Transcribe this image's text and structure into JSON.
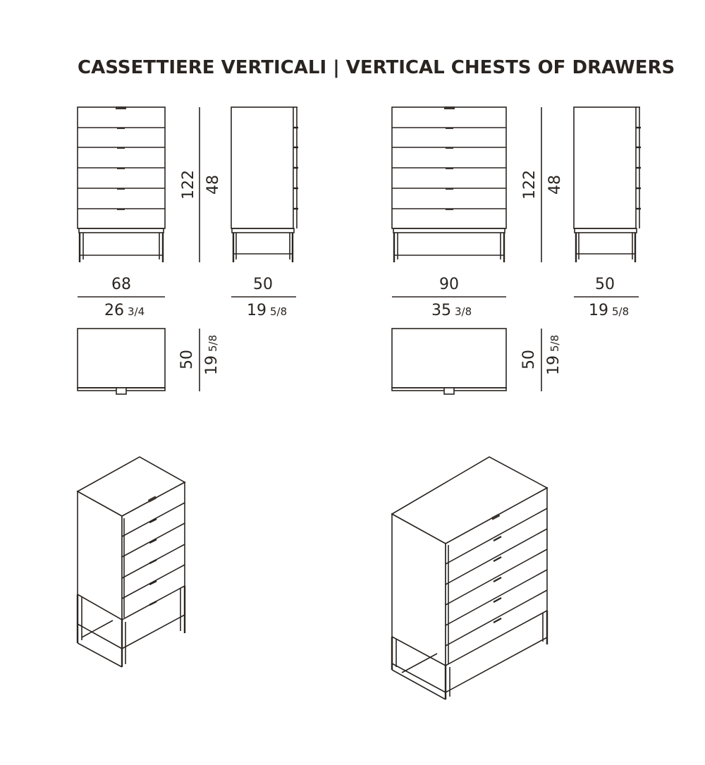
{
  "title": {
    "text": "CASSETTIERE VERTICALI | VERTICAL CHESTS OF DRAWERS"
  },
  "models": [
    {
      "front_width_cm": "68",
      "front_width_in_whole": "26",
      "front_width_in_frac": "3/4",
      "height_cm": "122",
      "height_in": "48",
      "side_depth_cm": "50",
      "side_depth_in_whole": "19",
      "side_depth_in_frac": "5/8",
      "plan_depth_cm": "50",
      "plan_depth_in_whole": "19",
      "plan_depth_in_frac": "5/8",
      "drawer_count": 6
    },
    {
      "front_width_cm": "90",
      "front_width_in_whole": "35",
      "front_width_in_frac": "3/8",
      "height_cm": "122",
      "height_in": "48",
      "side_depth_cm": "50",
      "side_depth_in_whole": "19",
      "side_depth_in_frac": "5/8",
      "plan_depth_cm": "50",
      "plan_depth_in_whole": "19",
      "plan_depth_in_frac": "5/8",
      "drawer_count": 6
    }
  ]
}
